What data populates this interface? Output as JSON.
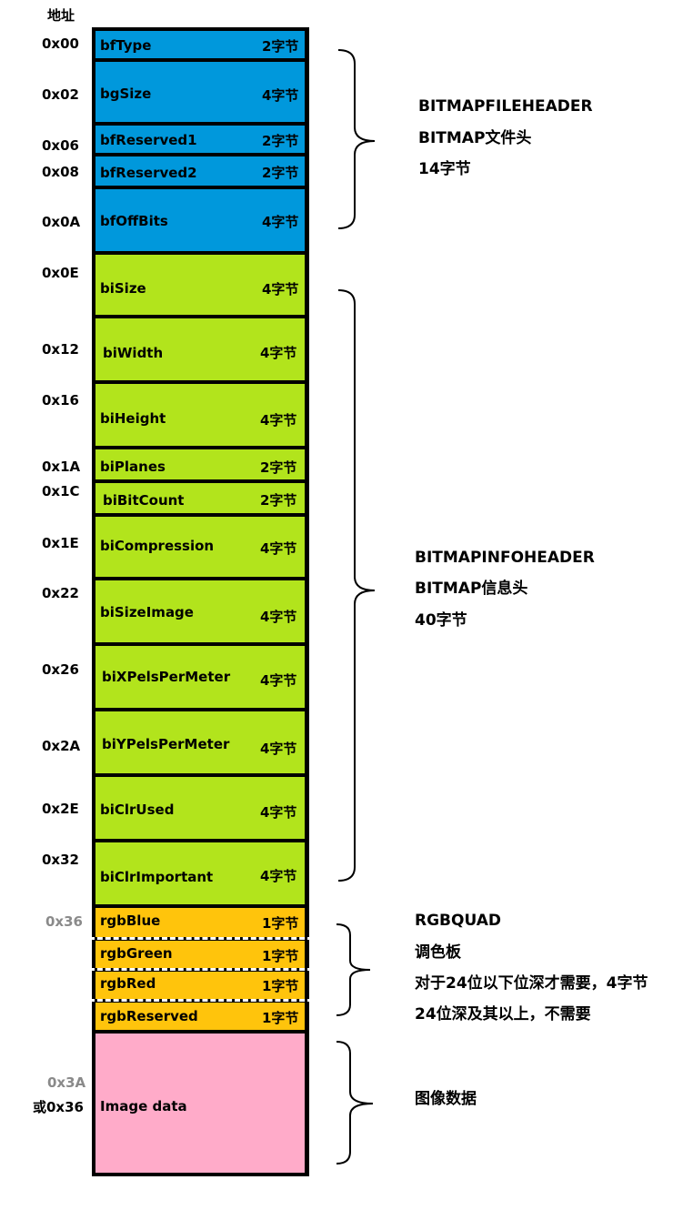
{
  "address_header": "地址",
  "fields": [
    {
      "name": "bfType",
      "size": "2字节",
      "address": "0x00",
      "color": "#0098dc"
    },
    {
      "name": "bgSize",
      "size": "4字节",
      "address": "0x02",
      "color": "#0098dc"
    },
    {
      "name": "bfReserved1",
      "size": "2字节",
      "address": "0x06",
      "color": "#0098dc"
    },
    {
      "name": "bfReserved2",
      "size": "2字节",
      "address": "0x08",
      "color": "#0098dc"
    },
    {
      "name": "bfOffBits",
      "size": "4字节",
      "address": "0x0A",
      "color": "#0098dc"
    },
    {
      "name": "biSize",
      "size": "4字节",
      "address": "0x0E",
      "color": "#b2e41c"
    },
    {
      "name": "biWidth",
      "size": "4字节",
      "address": "0x12",
      "color": "#b2e41c"
    },
    {
      "name": "biHeight",
      "size": "4字节",
      "address": "0x16",
      "color": "#b2e41c"
    },
    {
      "name": "biPlanes",
      "size": "2字节",
      "address": "0x1A",
      "color": "#b2e41c"
    },
    {
      "name": "biBitCount",
      "size": "2字节",
      "address": "0x1C",
      "color": "#b2e41c"
    },
    {
      "name": "biCompression",
      "size": "4字节",
      "address": "0x1E",
      "color": "#b2e41c"
    },
    {
      "name": "biSizeImage",
      "size": "4字节",
      "address": "0x22",
      "color": "#b2e41c"
    },
    {
      "name": "biXPelsPerMeter",
      "size": "4字节",
      "address": "0x26",
      "color": "#b2e41c"
    },
    {
      "name": "biYPelsPerMeter",
      "size": "4字节",
      "address": "0x2A",
      "color": "#b2e41c"
    },
    {
      "name": "biClrUsed",
      "size": "4字节",
      "address": "0x2E",
      "color": "#b2e41c"
    },
    {
      "name": "biClrImportant",
      "size": "4字节",
      "address": "0x32",
      "color": "#b2e41c"
    },
    {
      "name": "rgbBlue",
      "size": "1字节",
      "address": "0x36",
      "color": "#ffc40c"
    },
    {
      "name": "rgbGreen",
      "size": "1字节",
      "color": "#ffc40c"
    },
    {
      "name": "rgbRed",
      "size": "1字节",
      "color": "#ffc40c"
    },
    {
      "name": "rgbReserved",
      "size": "1字节",
      "color": "#ffc40c"
    },
    {
      "name": "Image data",
      "color": "#ffabc9"
    }
  ],
  "image_data_addresses": [
    "0x3A",
    "或0x36"
  ],
  "sections": {
    "file_header": {
      "line1": "BITMAPFILEHEADER",
      "line2": "BITMAP文件头",
      "line3": "14字节"
    },
    "info_header": {
      "line1": "BITMAPINFOHEADER",
      "line2": "BITMAP信息头",
      "line3": "40字节"
    },
    "palette": {
      "line1": "RGBQUAD",
      "line2": "调色板",
      "line3": "对于24位以下位深才需要，4字节",
      "line4": "24位深及其以上，不需要"
    },
    "pixels": {
      "line1": "图像数据"
    }
  }
}
